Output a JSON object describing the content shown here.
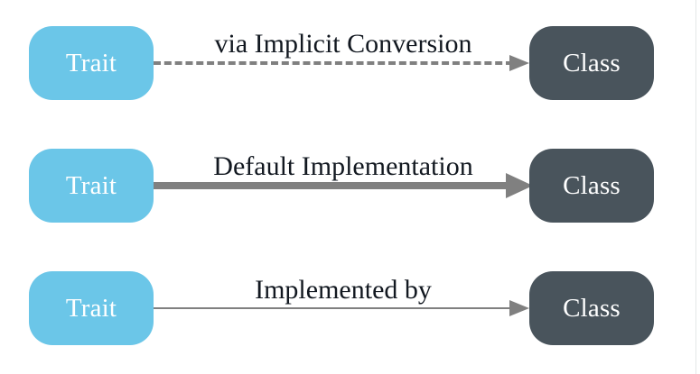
{
  "diagram": {
    "title_text": "",
    "colors": {
      "trait_fill": "#6bc6e8",
      "class_fill": "#49545c",
      "edge_gray": "#808080",
      "node_text": "#ffffff",
      "label_text": "#121820",
      "background": "#ffffff",
      "edge_rule": "#e3e8e8"
    },
    "rows": [
      {
        "source_label": "Trait",
        "target_label": "Class",
        "edge_label": "via Implicit Conversion",
        "edge_style": "dashed",
        "edge_weight": "thin",
        "arrow_size": "small"
      },
      {
        "source_label": "Trait",
        "target_label": "Class",
        "edge_label": "Default Implementation",
        "edge_style": "solid",
        "edge_weight": "thick",
        "arrow_size": "large"
      },
      {
        "source_label": "Trait",
        "target_label": "Class",
        "edge_label": "Implemented by",
        "edge_style": "solid",
        "edge_weight": "thin",
        "arrow_size": "small"
      }
    ]
  }
}
